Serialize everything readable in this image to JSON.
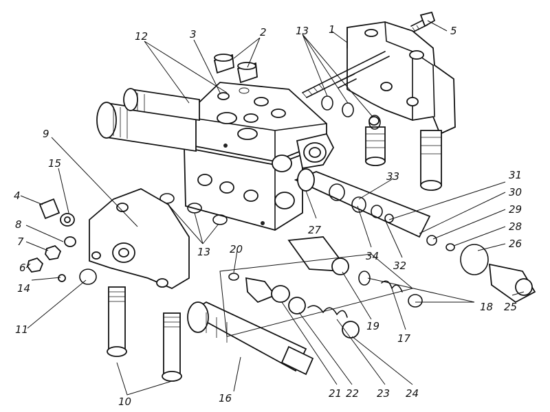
{
  "callouts": [
    {
      "id": "1",
      "text": "1"
    },
    {
      "id": "2",
      "text": "2"
    },
    {
      "id": "3",
      "text": "3"
    },
    {
      "id": "4",
      "text": "4"
    },
    {
      "id": "5",
      "text": "5"
    },
    {
      "id": "6",
      "text": "6"
    },
    {
      "id": "7",
      "text": "7"
    },
    {
      "id": "8",
      "text": "8"
    },
    {
      "id": "9",
      "text": "9"
    },
    {
      "id": "10",
      "text": "10"
    },
    {
      "id": "11",
      "text": "11"
    },
    {
      "id": "12",
      "text": "12"
    },
    {
      "id": "13a",
      "text": "13"
    },
    {
      "id": "13b",
      "text": "13"
    },
    {
      "id": "14",
      "text": "14"
    },
    {
      "id": "15",
      "text": "15"
    },
    {
      "id": "16",
      "text": "16"
    },
    {
      "id": "17",
      "text": "17"
    },
    {
      "id": "18",
      "text": "18"
    },
    {
      "id": "19",
      "text": "19"
    },
    {
      "id": "20",
      "text": "20"
    },
    {
      "id": "21",
      "text": "21"
    },
    {
      "id": "22",
      "text": "22"
    },
    {
      "id": "23",
      "text": "23"
    },
    {
      "id": "24",
      "text": "24"
    },
    {
      "id": "25",
      "text": "25"
    },
    {
      "id": "26",
      "text": "26"
    },
    {
      "id": "27",
      "text": "27"
    },
    {
      "id": "28",
      "text": "28"
    },
    {
      "id": "29",
      "text": "29"
    },
    {
      "id": "30",
      "text": "30"
    },
    {
      "id": "31",
      "text": "31"
    },
    {
      "id": "32",
      "text": "32"
    },
    {
      "id": "33",
      "text": "33"
    },
    {
      "id": "34",
      "text": "34"
    }
  ]
}
